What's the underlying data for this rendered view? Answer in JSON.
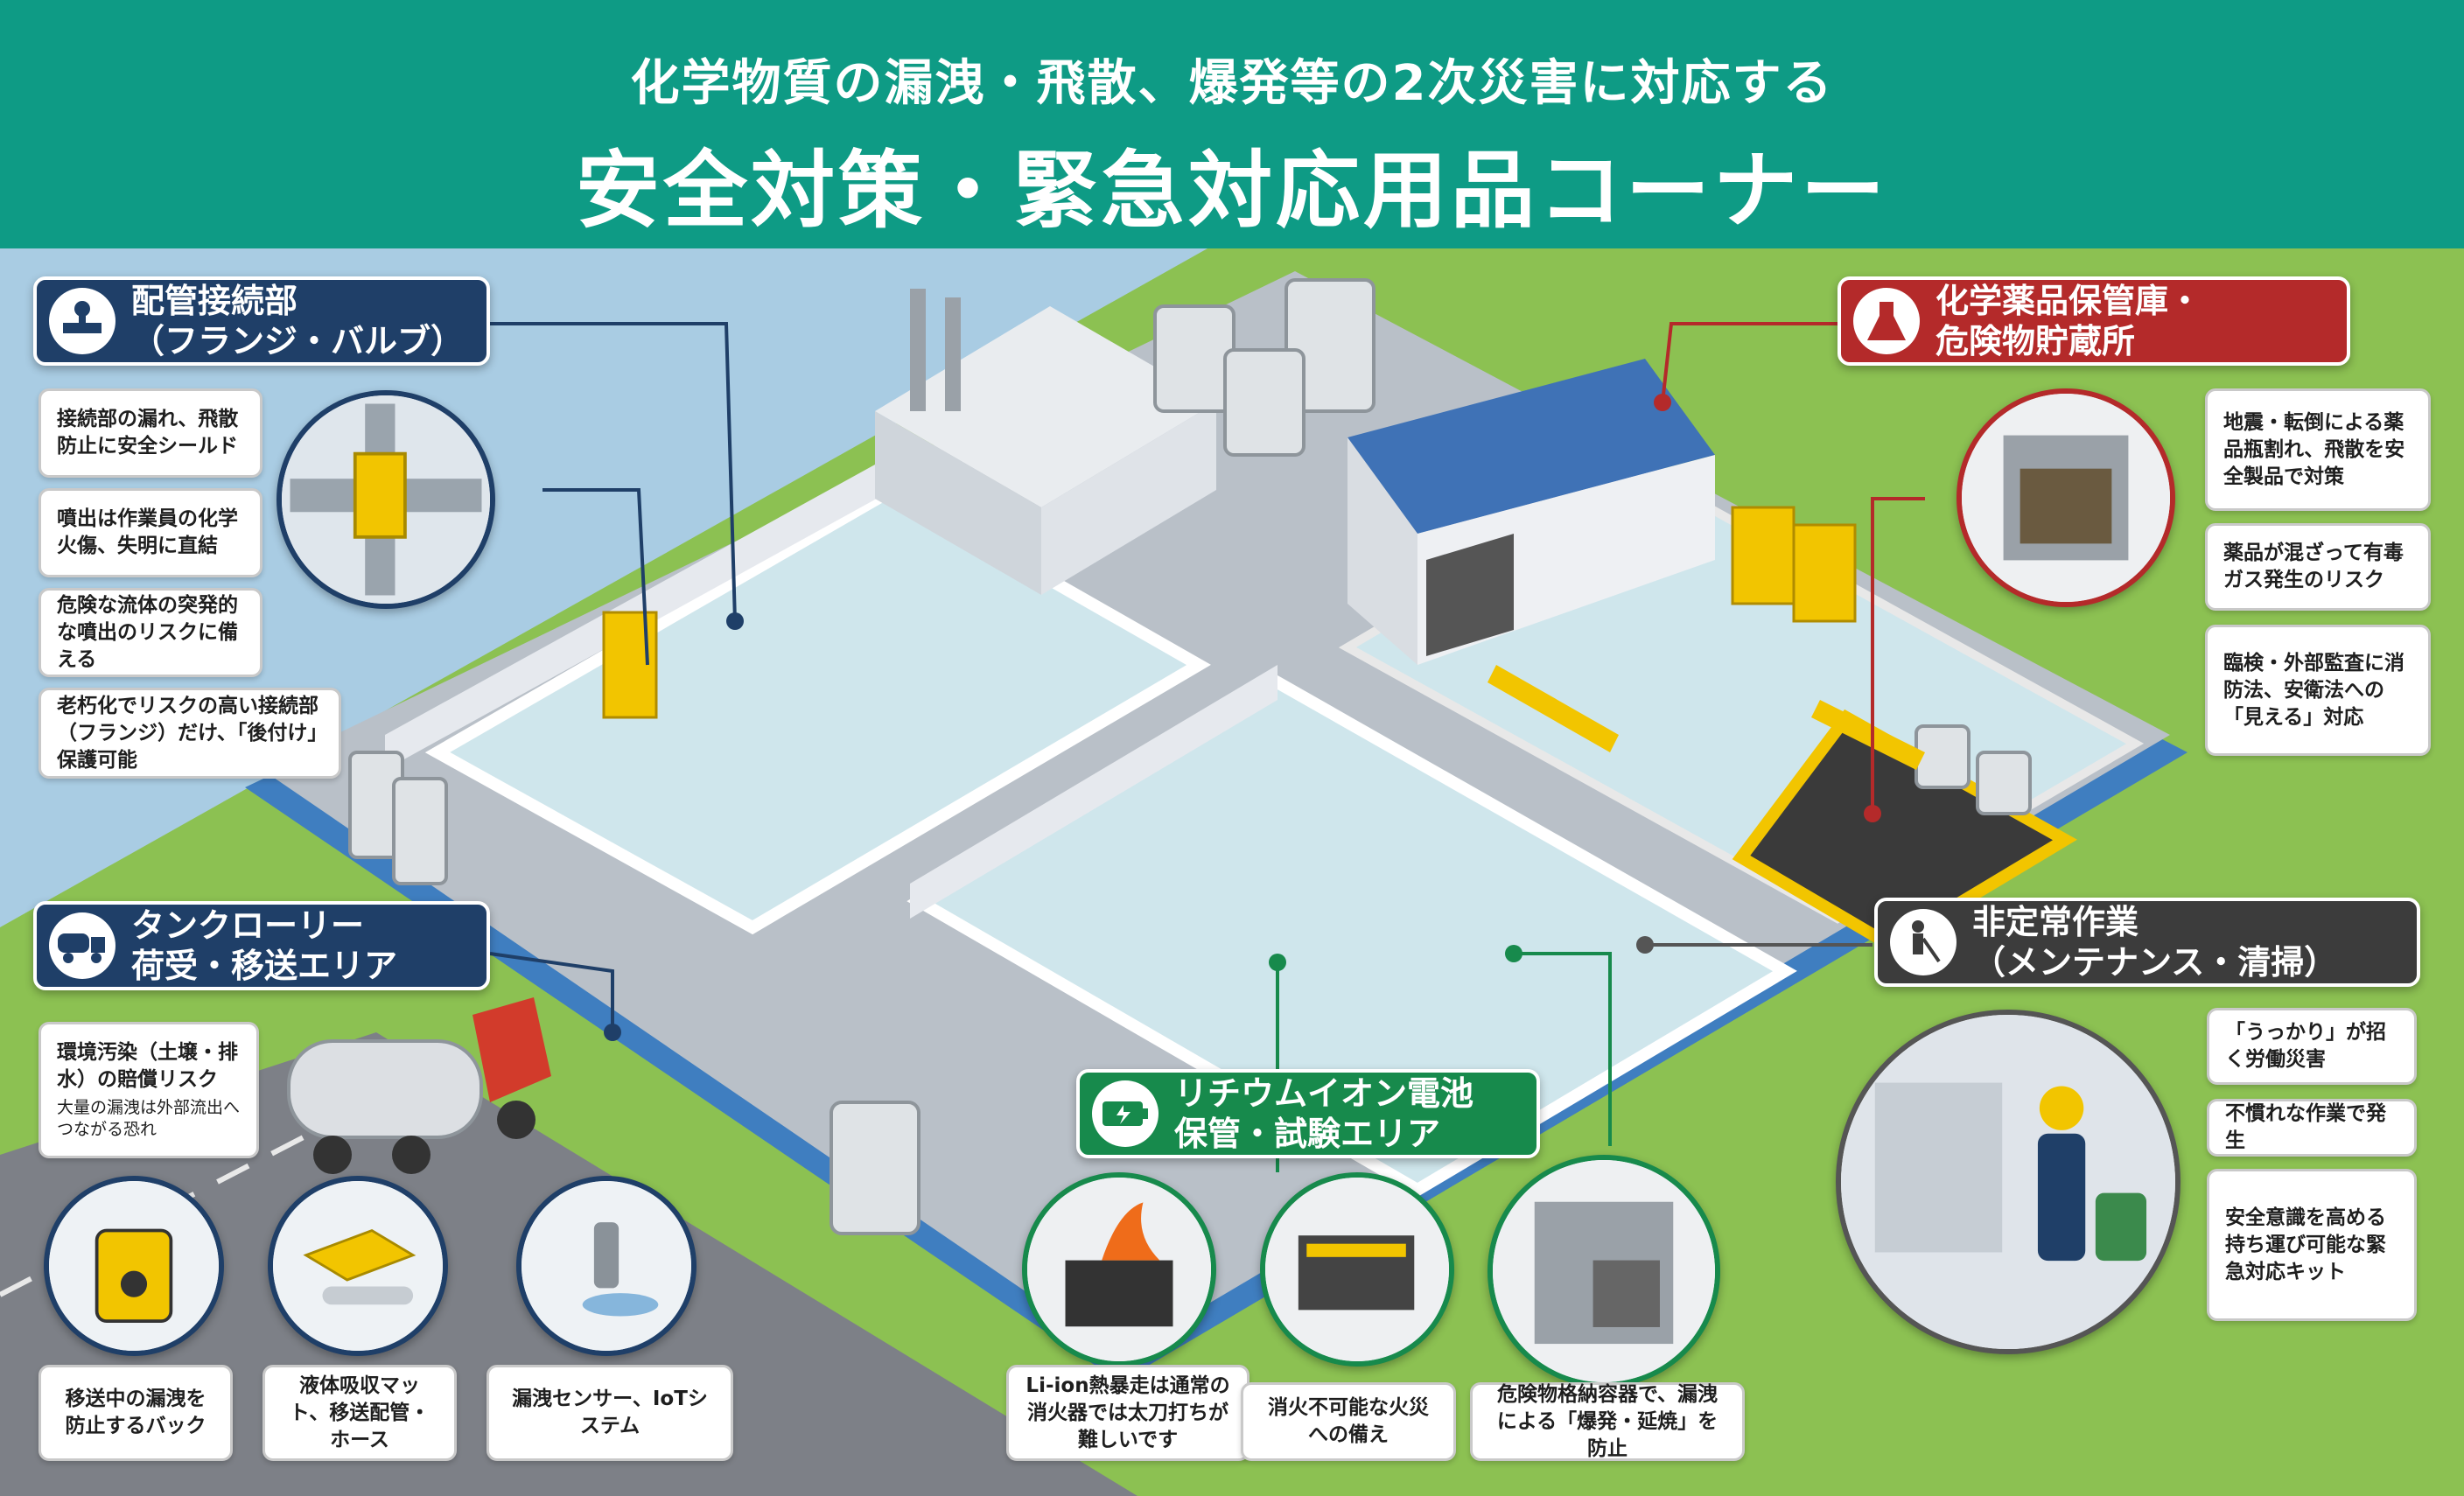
{
  "header": {
    "subtitle": "化学物質の漏洩・飛散、爆発等の2次災害に対応する",
    "title": "安全対策・緊急対応用品コーナー"
  },
  "colors": {
    "header_teal": "#0e9b85",
    "navy": "#1f3f68",
    "red": "#b42a2a",
    "green": "#178a4c",
    "dark": "#3c3c3c",
    "grass": "#8cc152",
    "water": "#a9cce3"
  },
  "sections": {
    "piping": {
      "title_line1": "配管接続部",
      "title_line2": "（フランジ・バルブ）",
      "icon": "valve-icon",
      "notes": [
        "接続部の漏れ、飛散防止に安全シールド",
        "噴出は作業員の化学火傷、失明に直結",
        "危険な流体の突発的な噴出のリスクに備える",
        "老朽化でリスクの高い接続部（フランジ）だけ、「後付け」保護可能"
      ]
    },
    "chemical_storage": {
      "title_line1": "化学薬品保管庫・",
      "title_line2": "危険物貯蔵所",
      "icon": "flask-icon",
      "notes": [
        "地震・転倒による薬品瓶割れ、飛散を安全製品で対策",
        "薬品が混ざって有毒ガス発生のリスク",
        "臨検・外部監査に消防法、安衛法への「見える」対応"
      ]
    },
    "tank_lorry": {
      "title_line1": "タンクローリー",
      "title_line2": "荷受・移送エリア",
      "icon": "truck-icon",
      "risk_main": "環境汚染（土壌・排水）の賠償リスク",
      "risk_sub": "大量の漏洩は外部流出へつながる恐れ",
      "products": [
        "移送中の漏洩を防止するバック",
        "液体吸収マット、移送配管・ホース",
        "漏洩センサー、IoTシステム"
      ]
    },
    "battery": {
      "title_line1": "リチウムイオン電池",
      "title_line2": "保管・試験エリア",
      "icon": "battery-icon",
      "notes": [
        "Li-ion熱暴走は通常の消火器では太刀打ちが難しいです",
        "消火不可能な火災への備え",
        "危険物格納容器で、漏洩による「爆発・延焼」を防止"
      ]
    },
    "maintenance": {
      "title_line1": "非定常作業",
      "title_line2": "（メンテナンス・清掃）",
      "icon": "worker-mop-icon",
      "notes": [
        "「うっかり」が招く労働災害",
        "不慣れな作業で発生",
        "安全意識を高める持ち運び可能な緊急対応キット"
      ]
    }
  }
}
